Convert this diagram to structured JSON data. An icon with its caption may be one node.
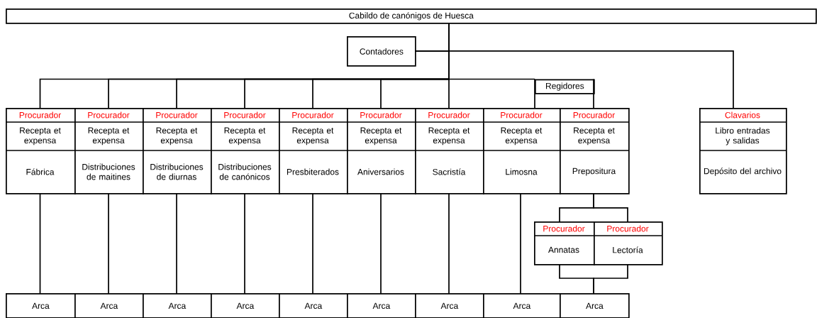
{
  "diagram": {
    "nodes": [
      {
        "text": [
          "Cabildo de canónigos de Huesca"
        ]
      },
      {
        "text": [
          "Contadores"
        ]
      },
      {
        "text": [
          "Procurador",
          "Recepta et expensa",
          "Fábrica"
        ]
      },
      {
        "text": [
          "Procurador",
          "Recepta et expensa",
          "Distribuciones de maitines"
        ]
      },
      {
        "text": [
          "Procurador",
          "Recepta et expensa",
          "Distribuciones de diurnas"
        ]
      },
      {
        "text": [
          "Procurador",
          "Recepta et expensa",
          "Distribuciones de canónicos"
        ]
      },
      {
        "text": [
          "Procurador",
          "Recepta et expensa",
          "Presbiterados"
        ]
      },
      {
        "text": [
          "Procurador",
          "Recepta et expensa",
          "Aniversarios"
        ]
      },
      {
        "text": [
          "Procurador",
          "Recepta et expensa",
          "Sacristía"
        ]
      },
      {
        "text": [
          "Procurador",
          "Recepta et expensa",
          "Limosna"
        ]
      },
      {
        "text": [
          "Procurador",
          "Recepta et expensa",
          "Prepositura"
        ]
      },
      {
        "text": [
          "Regidores"
        ]
      },
      {
        "text": [
          "Clavarios",
          "Libro entradas y salidas",
          "Depósito del archivo"
        ]
      },
      {
        "text": [
          "Procurador",
          "Annatas"
        ]
      },
      {
        "text": [
          "Procurador",
          "Lectoría"
        ]
      },
      {
        "text": [
          "Arca"
        ]
      },
      {
        "text": [
          "Arca"
        ]
      },
      {
        "text": [
          "Arca"
        ]
      },
      {
        "text": [
          "Arca"
        ]
      },
      {
        "text": [
          "Arca"
        ]
      },
      {
        "text": [
          "Arca"
        ]
      },
      {
        "text": [
          "Arca"
        ]
      },
      {
        "text": [
          "Arca"
        ]
      },
      {
        "text": [
          "Arca"
        ]
      }
    ],
    "edges": [
      {
        "from": 0,
        "to": 1,
        "arrow": "none"
      },
      {
        "from": 1,
        "to": 12,
        "arrow": "none"
      },
      {
        "from": 0,
        "to": 2,
        "arrow": "none"
      },
      {
        "from": 0,
        "to": 3,
        "arrow": "none"
      },
      {
        "from": 0,
        "to": 4,
        "arrow": "none"
      },
      {
        "from": 0,
        "to": 5,
        "arrow": "none"
      },
      {
        "from": 0,
        "to": 6,
        "arrow": "none"
      },
      {
        "from": 0,
        "to": 7,
        "arrow": "none"
      },
      {
        "from": 0,
        "to": 8,
        "arrow": "none"
      },
      {
        "from": 0,
        "to": 11,
        "arrow": "none"
      },
      {
        "from": 11,
        "to": 9,
        "arrow": "none"
      },
      {
        "from": 11,
        "to": 10,
        "arrow": "none"
      },
      {
        "from": 2,
        "to": 15,
        "arrow": "none"
      },
      {
        "from": 3,
        "to": 16,
        "arrow": "none"
      },
      {
        "from": 4,
        "to": 17,
        "arrow": "none"
      },
      {
        "from": 5,
        "to": 18,
        "arrow": "none"
      },
      {
        "from": 6,
        "to": 19,
        "arrow": "none"
      },
      {
        "from": 7,
        "to": 20,
        "arrow": "none"
      },
      {
        "from": 8,
        "to": 21,
        "arrow": "none"
      },
      {
        "from": 9,
        "to": 22,
        "arrow": "none"
      },
      {
        "from": 10,
        "to": 13,
        "arrow": "none"
      },
      {
        "from": 10,
        "to": 14,
        "arrow": "none"
      },
      {
        "from": 13,
        "to": 23,
        "arrow": "none"
      },
      {
        "from": 14,
        "to": 23,
        "arrow": "none"
      }
    ]
  }
}
